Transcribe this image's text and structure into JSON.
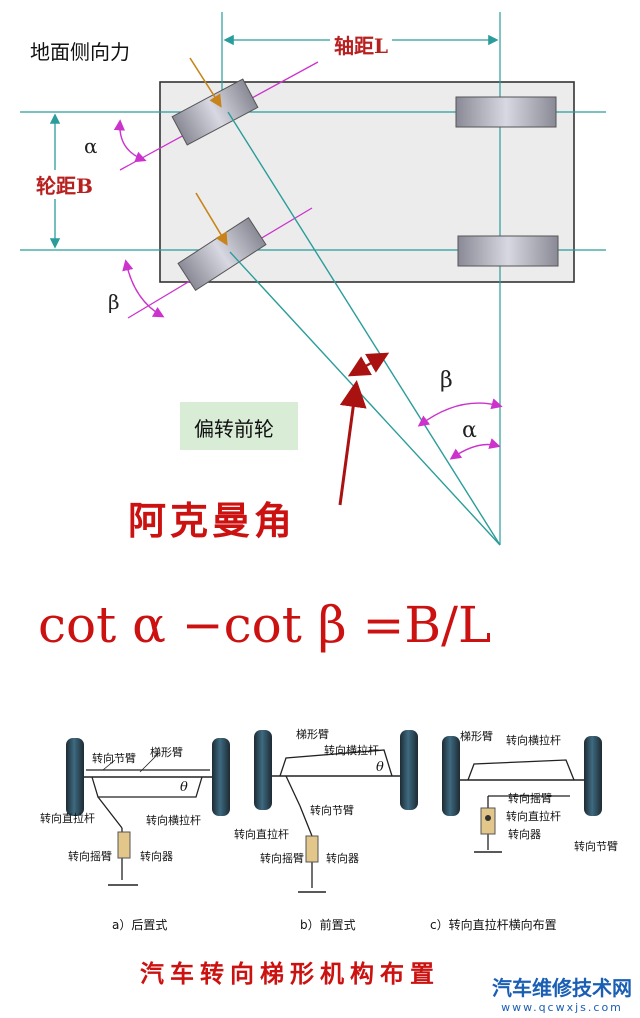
{
  "top": {
    "lateral_force": "地面侧向力",
    "wheelbase": "轴距L",
    "track": "轮距B",
    "alpha": "α",
    "beta": "β",
    "front_wheel": "偏转前轮",
    "ackermann": "阿克曼角"
  },
  "formula": "cot α −cot β =B/L",
  "layouts": {
    "a": {
      "caption": "a）后置式",
      "labels": {
        "knuckle_arm": "转向节臂",
        "trapezoid_arm": "梯形臂",
        "theta": "θ",
        "drag_link": "转向直拉杆",
        "tie_rod": "转向横拉杆",
        "pitman_arm": "转向摇臂",
        "gear": "转向器"
      }
    },
    "b": {
      "caption": "b）前置式",
      "labels": {
        "trapezoid_arm": "梯形臂",
        "tie_rod": "转向横拉杆",
        "theta": "θ",
        "knuckle_arm": "转向节臂",
        "drag_link": "转向直拉杆",
        "pitman_arm": "转向摇臂",
        "gear": "转向器"
      }
    },
    "c": {
      "caption": "c）转向直拉杆横向布置",
      "labels": {
        "trapezoid_arm": "梯形臂",
        "tie_rod": "转向横拉杆",
        "pitman_arm": "转向摇臂",
        "drag_link": "转向直拉杆",
        "gear": "转向器",
        "knuckle_arm": "转向节臂"
      }
    },
    "title": "汽车转向梯形机构布置"
  },
  "watermark": {
    "text": "汽车维修技术网",
    "url": "www.qcwxjs.com"
  },
  "colors": {
    "red": "#cc1111",
    "teal": "#2a9d9a",
    "magenta": "#cc33cc",
    "box_gray": "#e8e8e8",
    "watermark_blue": "#1a5fb4"
  }
}
